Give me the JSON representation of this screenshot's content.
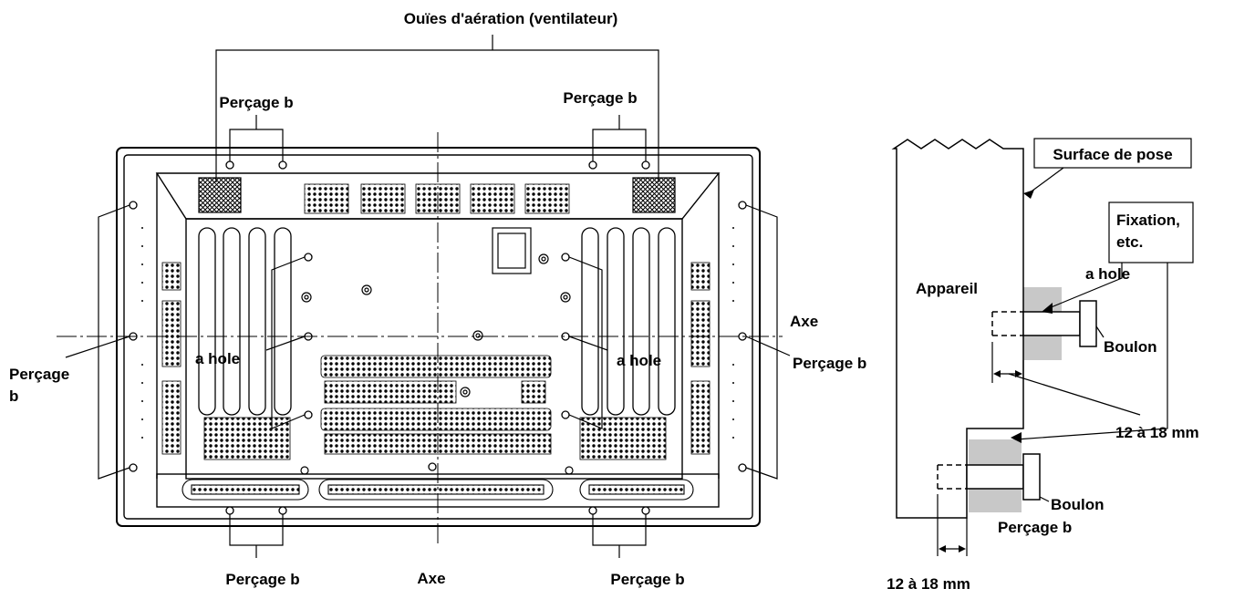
{
  "labels": {
    "vents": "Ouïes d'aération (ventilateur)",
    "b_top_left": "Perçage b",
    "b_top_right": "Perçage b",
    "b_left_1": "Perçage",
    "b_left_2": "b",
    "b_right": "Perçage b",
    "b_bottom_left": "Perçage b",
    "b_bottom_right": "Perçage b",
    "axis_horizontal": "Axe",
    "axis_vertical": "Axe",
    "a_hole_left": "a hole",
    "a_hole_right": "a hole",
    "mount_surface": "Surface de pose",
    "fixing_1": "Fixation,",
    "fixing_2": "etc.",
    "a_hole_side": "a hole",
    "device": "Appareil",
    "bolt_top": "Boulon",
    "bolt_bottom": "Boulon",
    "dim_top": "12 à 18 mm",
    "dim_bottom": "12 à 18 mm",
    "b_side": "Perçage b"
  },
  "colors": {
    "line": "#000000",
    "shade": "#c8c8c8"
  }
}
